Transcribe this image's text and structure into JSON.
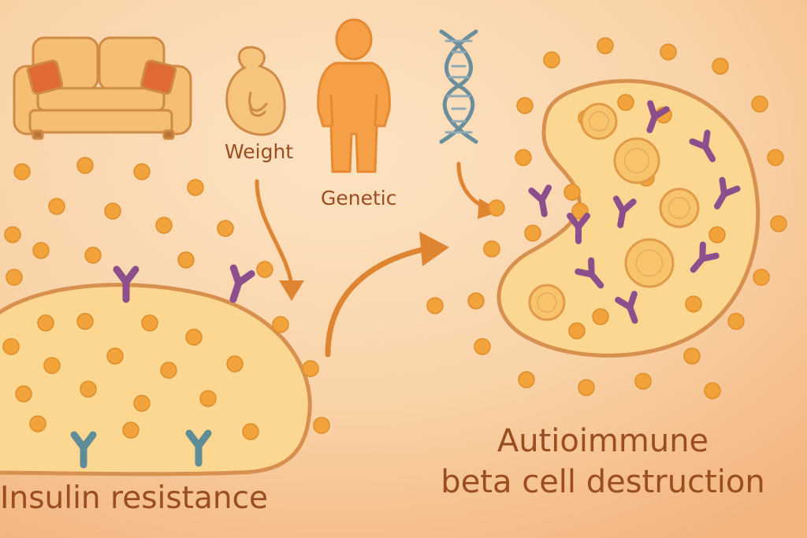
{
  "labels": {
    "weight": "Weight",
    "genetic": "Genetic",
    "insulin_resistance": "Insulin resistance",
    "autoimmune_line1": "Autioimmune",
    "autoimmune_line2": "beta cell destruction"
  },
  "icons": [
    "sofa-icon",
    "belly-icon",
    "person-icon",
    "dna-icon",
    "receptor-icon",
    "antibody-icon"
  ],
  "colors": {
    "background": "#f6c99a",
    "cell_fill": "#fbd791",
    "cell_outline": "#d8904e",
    "dot": "#f2a23a",
    "arrow": "#df8431",
    "text": "#9a4d1f",
    "receptor": "#5f8d97",
    "antibody": "#8d4f8c"
  }
}
